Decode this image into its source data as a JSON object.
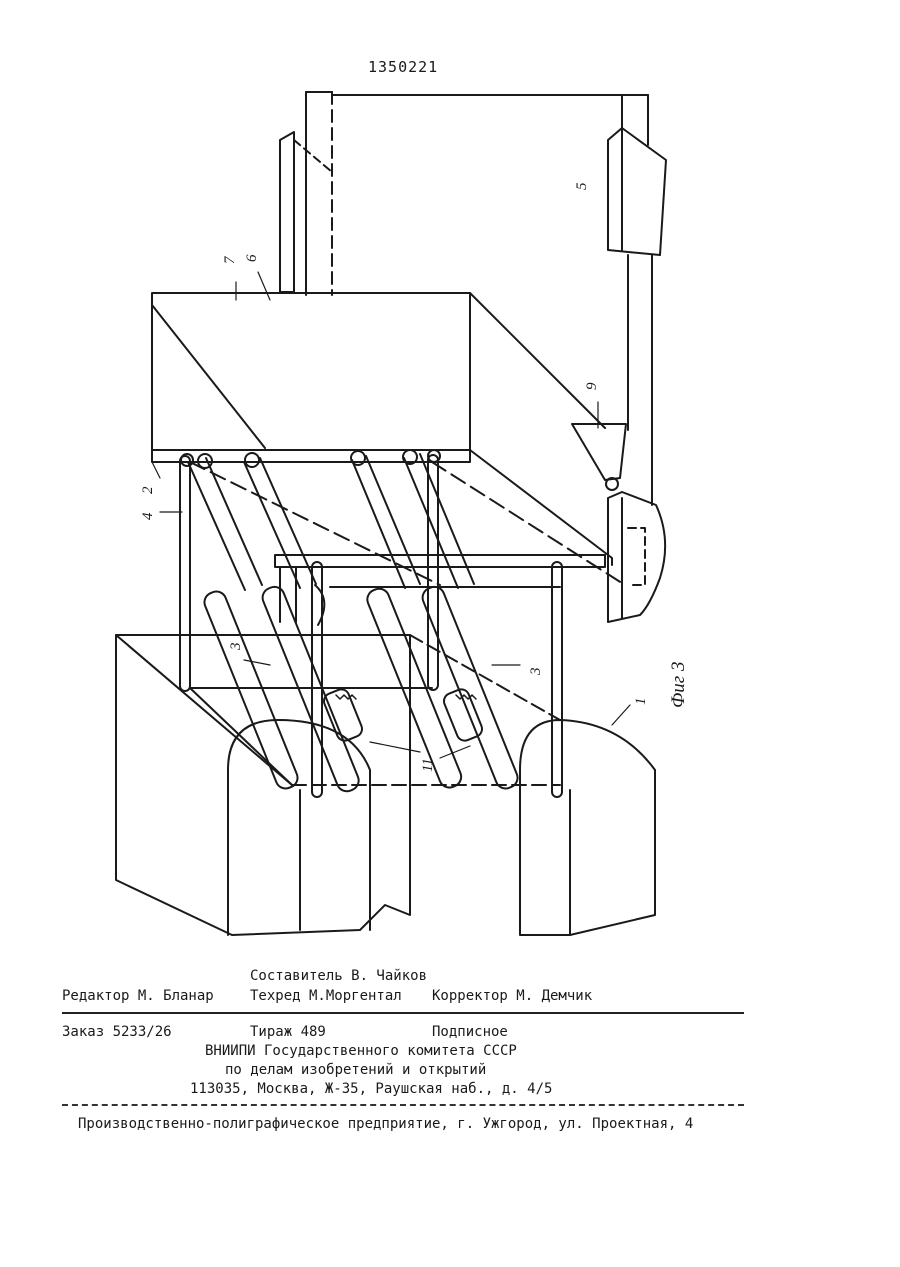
{
  "header": {
    "patent_number": "1350221"
  },
  "figure": {
    "caption": "Фиг 3",
    "labels": [
      "1",
      "2",
      "3",
      "3",
      "4",
      "5",
      "6",
      "7",
      "9",
      "11"
    ]
  },
  "imprint": {
    "compiler": "Составитель В. Чайков",
    "editor": "Редактор М. Бланар",
    "techred": "Техред М.Моргентал",
    "corrector": "Корректор М. Демчик",
    "order": "Заказ 5233/26",
    "circulation": "Тираж 489",
    "subscription": "Подписное",
    "org_line1": "ВНИИПИ Государственного комитета СССР",
    "org_line2": "по делам изобретений и открытий",
    "address": "113035, Москва, Ж-35, Раушская наб., д. 4/5",
    "printer": "Производственно-полиграфическое предприятие, г. Ужгород, ул. Проектная, 4"
  }
}
